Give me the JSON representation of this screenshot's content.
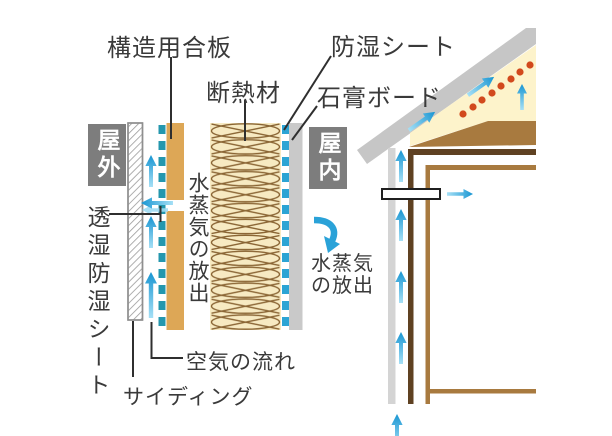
{
  "diagram": {
    "description_labels": {
      "structural_plywood": "構造用合板",
      "insulation": "断熱材",
      "vapor_barrier_sheet": "防湿シート",
      "gypsum_board": "石膏ボード",
      "outdoor": "屋外",
      "indoor": "屋内",
      "breathable_sheet": "透湿防湿シート",
      "vapor_release_vertical": "水蒸気の放出",
      "air_flow": "空気の流れ",
      "siding": "サイディング",
      "vapor_release_line1": "水蒸気",
      "vapor_release_line2": "の放出"
    },
    "colors": {
      "breathable_sheet_teal": "#2497ae",
      "vapor_sheet_blue": "#2ba4d4",
      "plywood_orange": "#dda756",
      "insulation_fill": "#f7eac2",
      "insulation_line": "#8a6534",
      "gypsum_gray": "#c9c9c9",
      "roof_gray": "#c6c6c6",
      "roof_insulation_cream": "#fdf3cb",
      "wood_brown": "#a87a3f",
      "wood_dark_brown": "#5f4122",
      "sheathing_gray": "#d4d4d4",
      "arrow_blue": "#1795d2",
      "moisture_dot_red": "#d2491d",
      "zone_box_gray": "#7d7d7d",
      "text_color": "#3a3a3a"
    }
  }
}
